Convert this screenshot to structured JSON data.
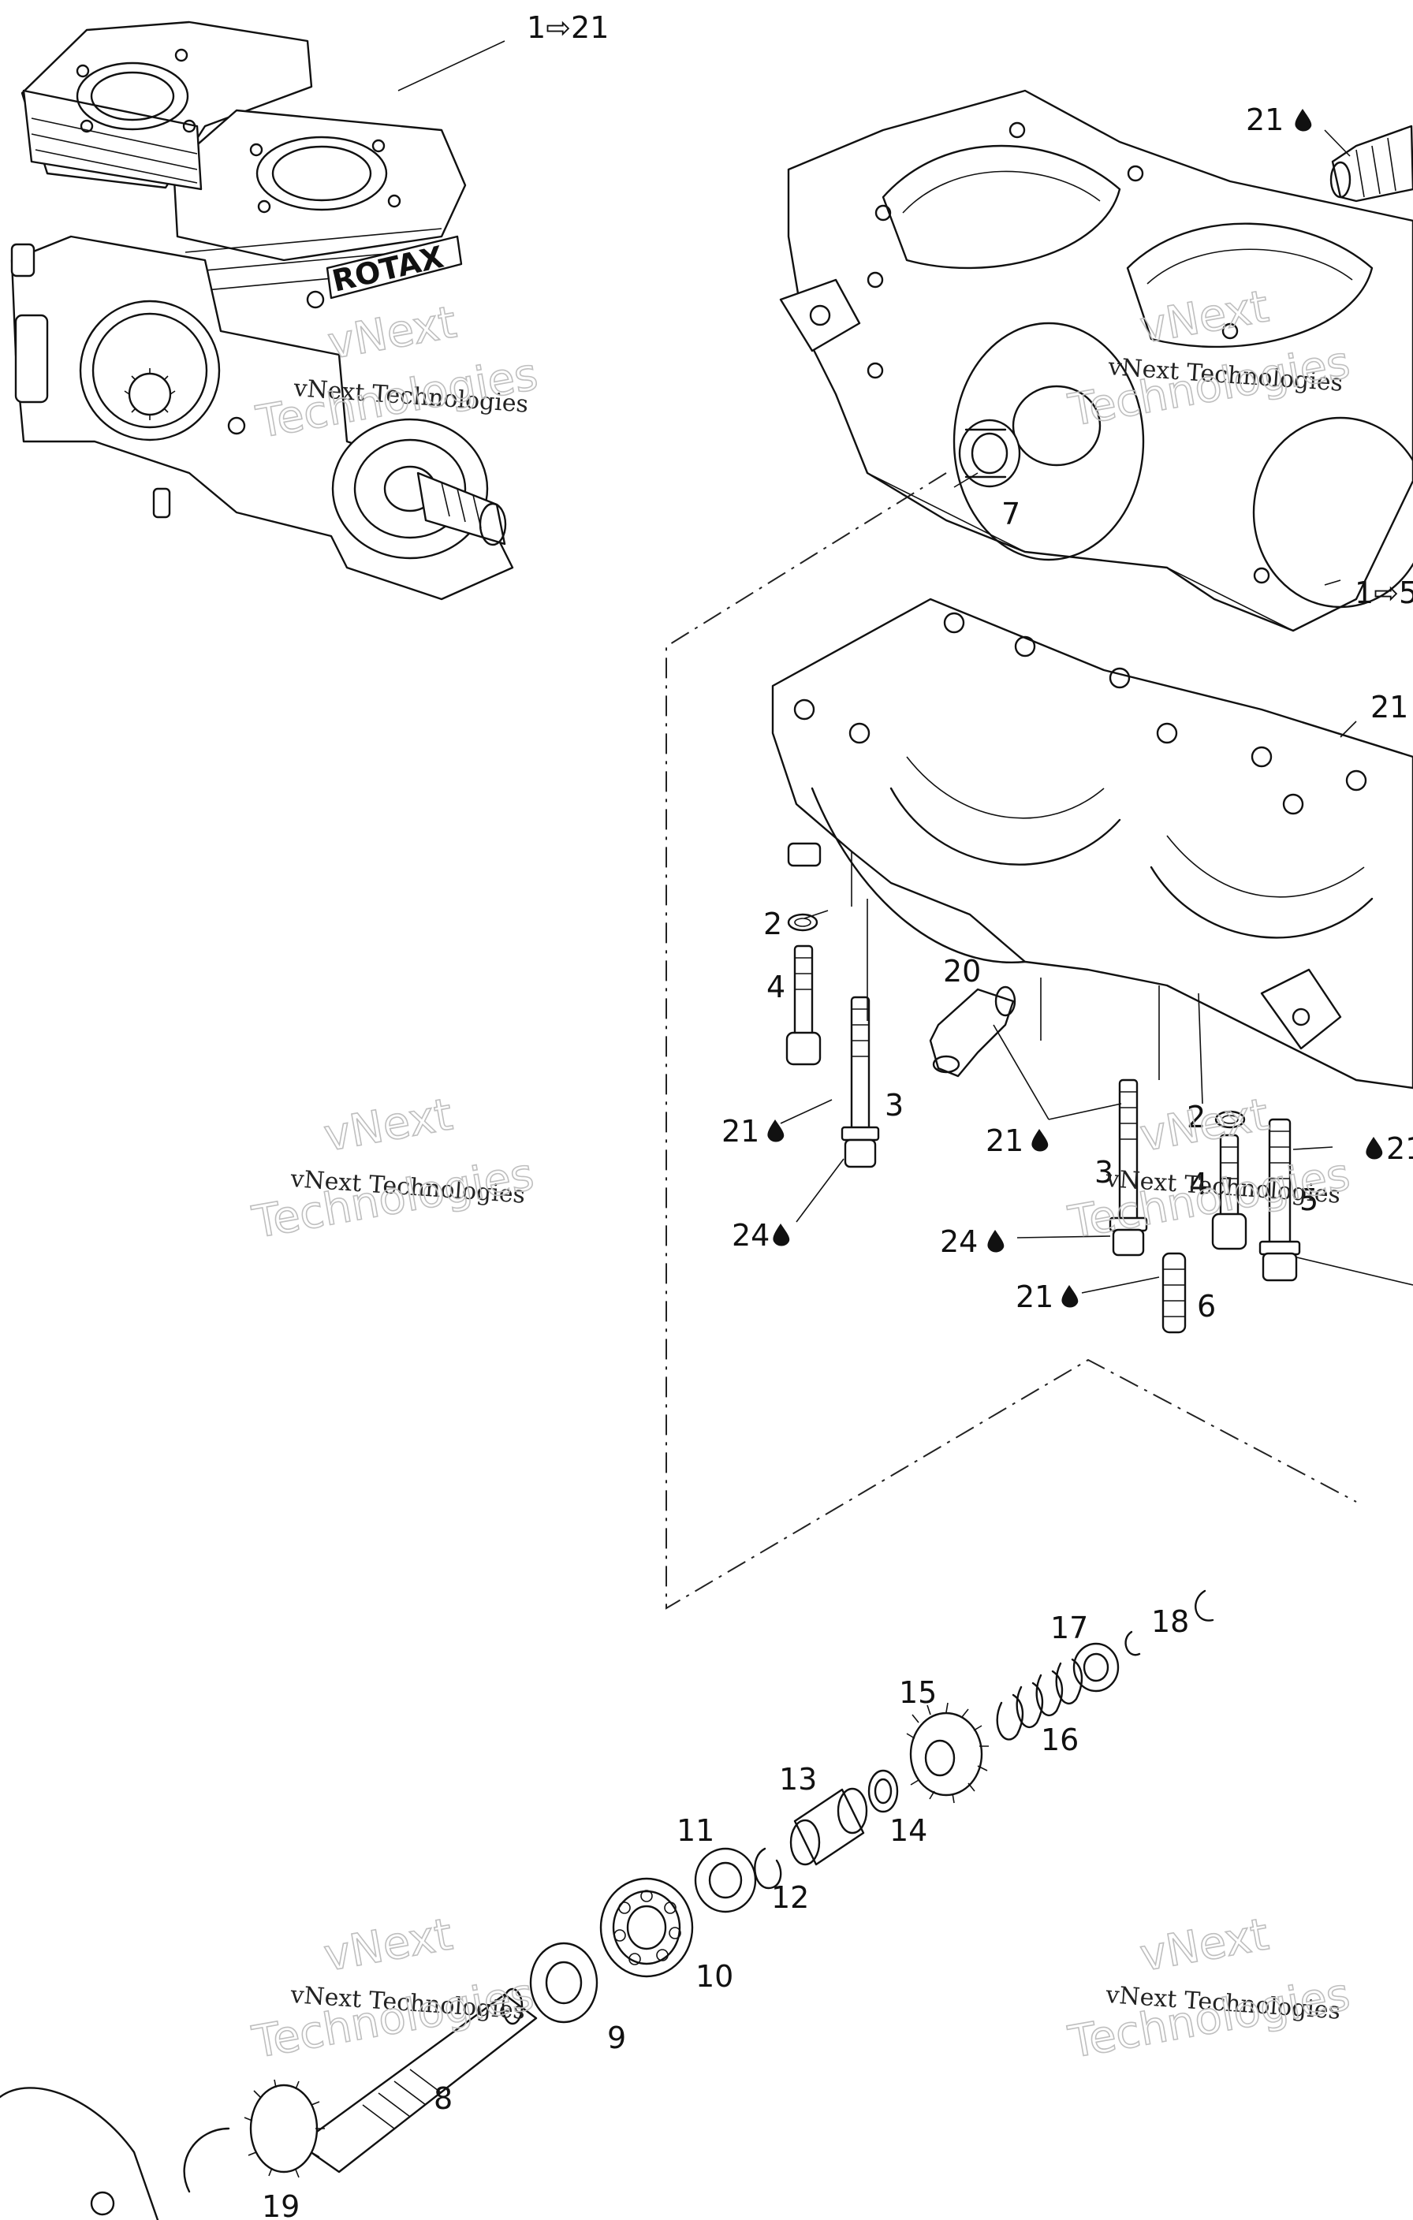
{
  "diagram": {
    "callouts": {
      "c_1_21": "1⇨21",
      "c_21_top": "21",
      "c_7": "7",
      "c_1_5": "1⇨5",
      "c_21_right": "21",
      "c_2_left": "2",
      "c_4_left": "4",
      "c_20": "20",
      "c_3_left": "3",
      "c_21_l1": "21",
      "c_21_l2": "21",
      "c_24_left": "24",
      "c_2_mid": "2",
      "c_21_rr": "21",
      "c_3_mid": "3",
      "c_4_mid": "4",
      "c_5": "5",
      "c_24_mid": "24",
      "c_21_mid": "21",
      "c_6": "6",
      "c_17": "17",
      "c_18": "18",
      "c_15": "15",
      "c_16": "16",
      "c_13": "13",
      "c_14": "14",
      "c_11": "11",
      "c_12": "12",
      "c_10": "10",
      "c_9": "9",
      "c_8": "8",
      "c_19": "19"
    },
    "logo_text": "ROTAX",
    "watermark": {
      "line1": "vNext Technologies",
      "line2": "vNext",
      "line3": "Technologies"
    }
  }
}
